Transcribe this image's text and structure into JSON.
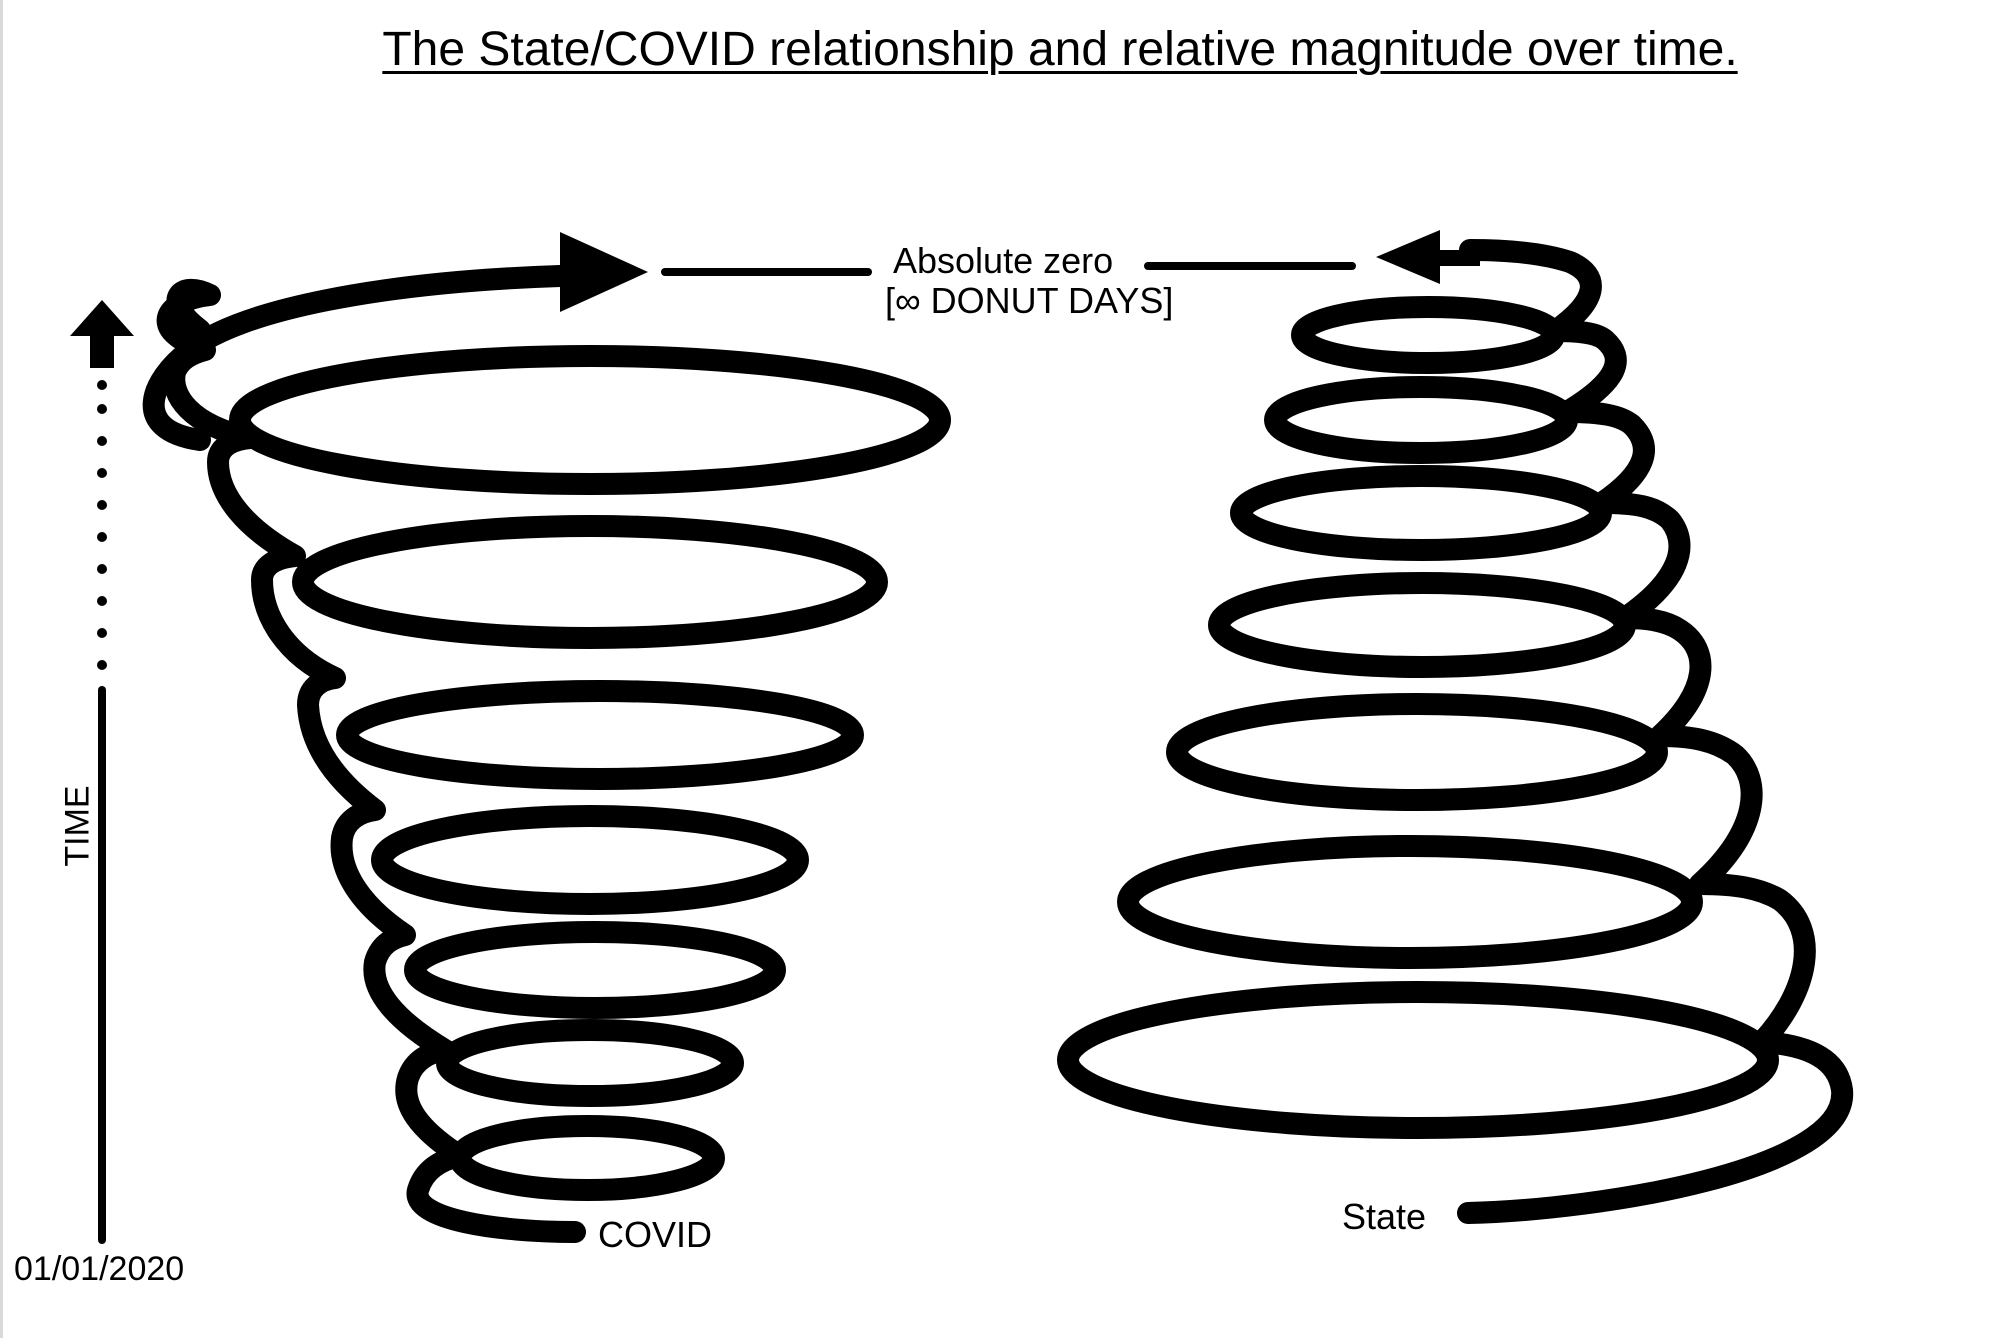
{
  "title": "The State/COVID relationship and relative magnitude over time.",
  "labels": {
    "absolute_zero": "Absolute zero",
    "donut_days": "[∞ DONUT DAYS]",
    "covid": "COVID",
    "state": "State",
    "start_date": "01/01/2020",
    "time_axis": "TIME"
  },
  "colors": {
    "ink": "#000000",
    "background": "#ffffff"
  },
  "icons": {
    "time_arrow": "arrow-up-icon",
    "covid_arrow": "arrow-right-icon",
    "state_arrow": "arrow-left-icon"
  }
}
